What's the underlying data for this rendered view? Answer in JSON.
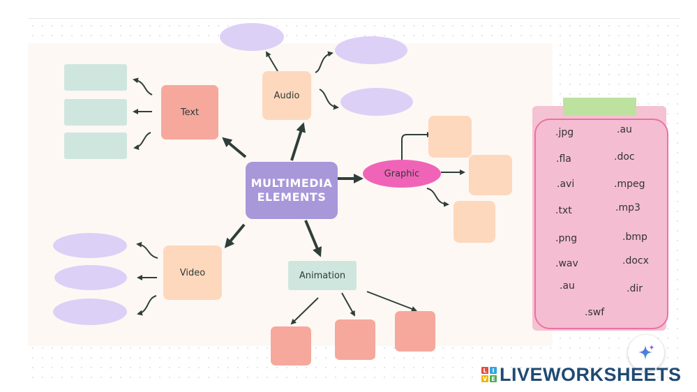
{
  "center": {
    "line1": "MULTIMEDIA",
    "line2": "ELEMENTS"
  },
  "nodes": {
    "text": "Text",
    "audio": "Audio",
    "graphic": "Graphic",
    "video": "Video",
    "animation": "Animation"
  },
  "extensions": [
    ".jpg",
    ".au",
    ".fla",
    ".doc",
    ".avi",
    ".mpeg",
    ".txt",
    ".mp3",
    ".png",
    ".bmp",
    ".wav",
    ".docx",
    ".au",
    ".dir",
    ".swf"
  ],
  "brand": {
    "name": "LIVEWORKSHEETS",
    "logo_letters": [
      "L",
      "I",
      "V",
      "E"
    ]
  },
  "icons": {
    "assistant": "sparkle-icon"
  },
  "colors": {
    "center": "#a897d9",
    "text_node": "#f6a89c",
    "audio_node": "#fdd8bd",
    "graphic_node": "#f064b8",
    "video_node": "#fdd8bd",
    "animation_node": "#cfe6df",
    "clipboard": "#f4bdd2",
    "brand": "#1f4a72"
  }
}
